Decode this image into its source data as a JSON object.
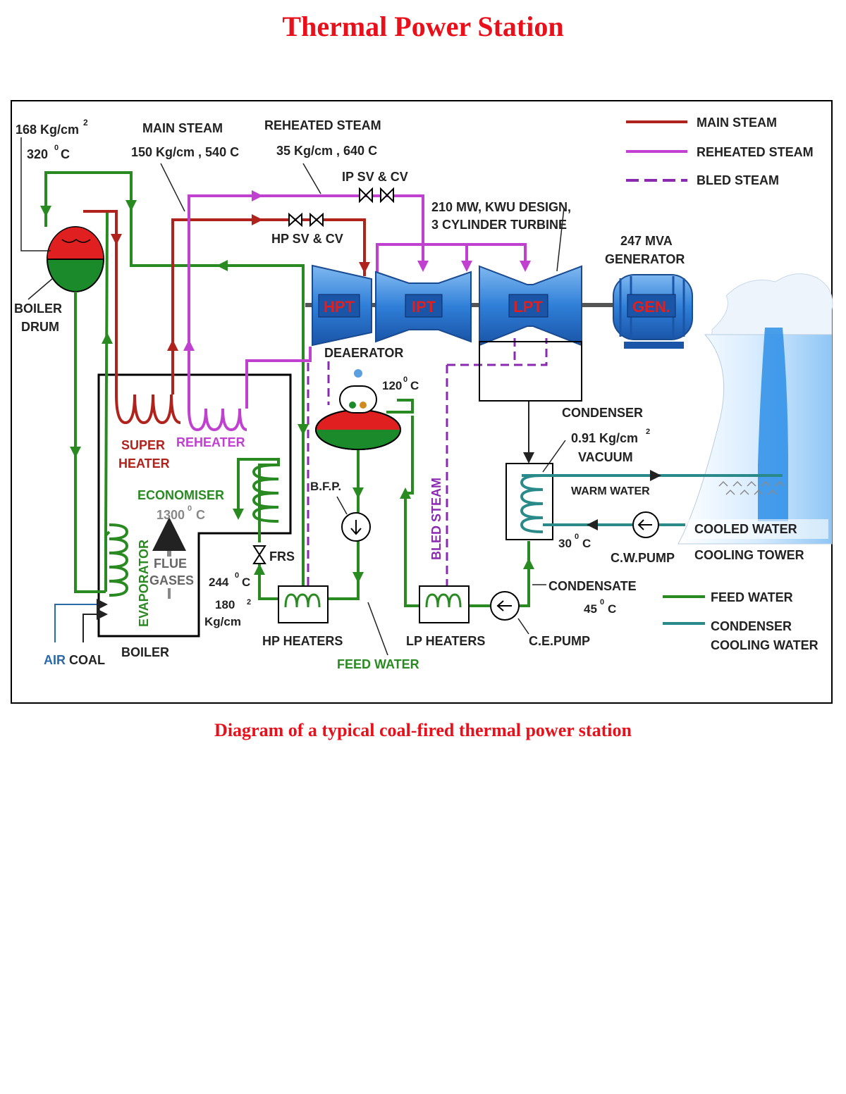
{
  "title": "Thermal Power Station",
  "caption": "Diagram of a typical coal-fired thermal power station",
  "colors": {
    "title_red": "#e8101a",
    "main_steam": "#b0221c",
    "reheated_steam": "#c040d0",
    "bled_steam": "#8a2ab0",
    "feed_water": "#2a8a22",
    "condenser_cooling_water": "#2a8a8a",
    "turbine_blue": "#2f7fd8",
    "drum_red": "#e02020",
    "drum_green": "#1a8a2a"
  },
  "labels": {
    "drum_pressure": "168 Kg/cm",
    "drum_pressure_sup": "2",
    "drum_temp": "320",
    "drum_temp_unit": "C",
    "main_steam_title": "MAIN STEAM",
    "main_steam_values": "150 Kg/cm , 540  C",
    "reheated_steam_title": "REHEATED STEAM",
    "reheated_steam_values": "35 Kg/cm , 640  C",
    "ip_sv_cv": "IP SV & CV",
    "hp_sv_cv": "HP SV & CV",
    "turbine_desc_1": "210 MW, KWU DESIGN,",
    "turbine_desc_2": "3 CYLINDER TURBINE",
    "generator_desc_1": "247 MVA",
    "generator_desc_2": "GENERATOR",
    "boiler_drum_1": "BOILER",
    "boiler_drum_2": "DRUM",
    "hpt": "HPT",
    "ipt": "IPT",
    "lpt": "LPT",
    "gen": "GEN.",
    "deaerator": "DEAERATOR",
    "deaerator_temp": "120",
    "super_heater_1": "SUPER",
    "super_heater_2": "HEATER",
    "reheater": "REHEATER",
    "economiser": "ECONOMISER",
    "furnace_temp": "1300",
    "flue_gases_1": "FLUE",
    "flue_gases_2": "GASES",
    "evaporator": "EVAPORATOR",
    "frs": "FRS",
    "feed_temp": "244",
    "feed_pressure_1": "180",
    "feed_pressure_2": "Kg/cm",
    "bfp": "B.F.P.",
    "bled_steam_vertical": "BLED STEAM",
    "condenser": "CONDENSER",
    "condenser_pressure": "0.91 Kg/cm",
    "condenser_vacuum": "VACUUM",
    "warm_water": "WARM WATER",
    "cooled_water": "COOLED WATER",
    "cw_temp": "30",
    "cw_pump": "C.W.PUMP",
    "cooling_tower": "COOLING TOWER",
    "condensate": "CONDENSATE",
    "condensate_temp": "45",
    "hp_heaters": "HP HEATERS",
    "lp_heaters": "LP HEATERS",
    "ce_pump": "C.E.PUMP",
    "feed_water_label": "FEED WATER",
    "air": "AIR",
    "coal": "COAL",
    "boiler": "BOILER"
  },
  "legend": {
    "items": [
      {
        "label": "MAIN STEAM",
        "color": "#b0221c",
        "style": "solid"
      },
      {
        "label": "REHEATED STEAM",
        "color": "#c040d0",
        "style": "solid"
      },
      {
        "label": "BLED STEAM",
        "color": "#8a2ab0",
        "style": "dashed"
      },
      {
        "label": "FEED WATER",
        "color": "#2a8a22",
        "style": "solid"
      },
      {
        "label": "CONDENSER",
        "color": "#2a8a8a",
        "style": "solid"
      }
    ],
    "condenser_line2": "COOLING WATER"
  }
}
